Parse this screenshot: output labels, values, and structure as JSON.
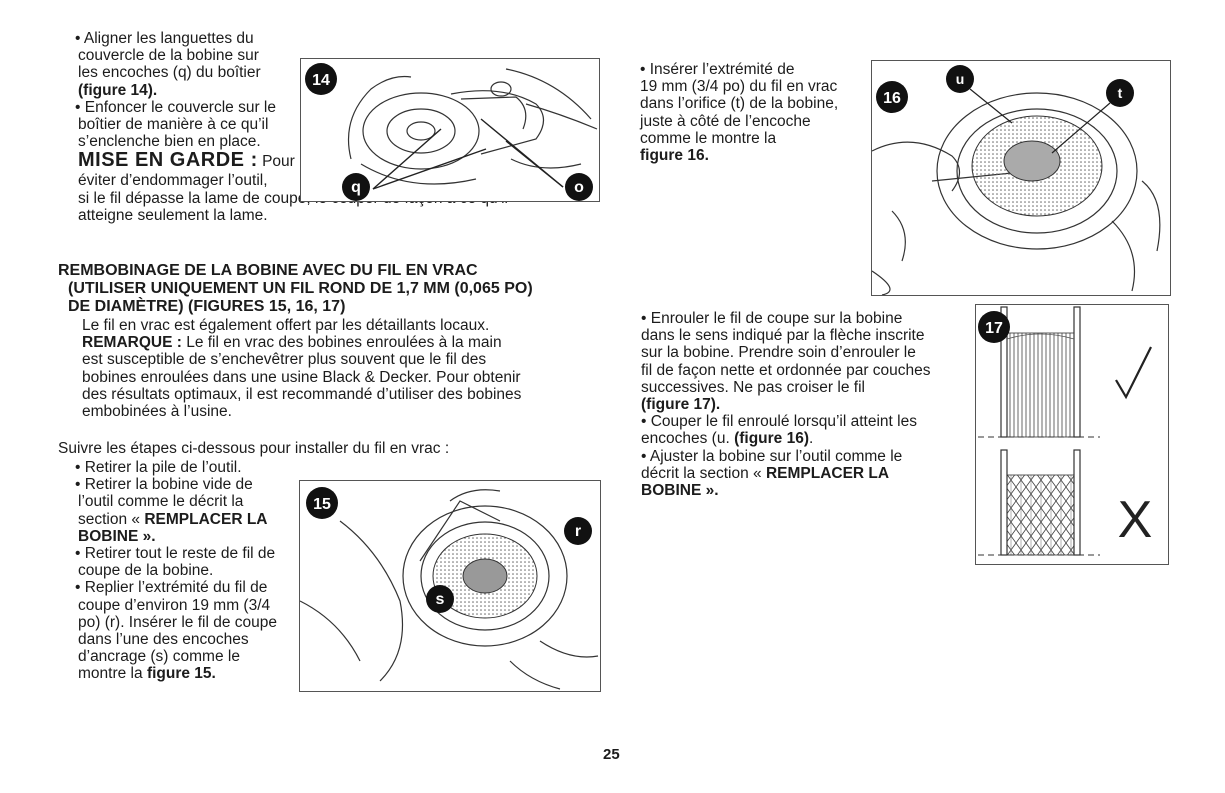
{
  "left": {
    "intro_lines": [
      "• Aligner les languettes du",
      "couvercle de la bobine sur",
      "les encoches (q) du boîtier"
    ],
    "intro_fig_ref": "(figure 14).",
    "press_lines": [
      "• Enfoncer le couvercle sur le",
      "boîtier de manière à ce qu’il",
      "s’enclenche bien en place."
    ],
    "warning_title": "MISE EN GARDE :",
    "warning_first": "Pour",
    "warning_lines": [
      "éviter d’endommager l’outil,",
      "si le fil dépasse la lame de coupe, le couper de façon à ce qu’il",
      "atteigne seulement la lame."
    ],
    "heading_lines": [
      "REMBOBINAGE DE LA BOBINE AVEC DU FIL EN VRAC",
      "(UTILISER UNIQUEMENT UN FIL ROND DE 1,7 MM (0,065 PO)",
      "DE DIAMÈTRE) (FIGURES 15, 16, 17)"
    ],
    "bulk_line": "Le fil en vrac est également offert par les détaillants locaux.",
    "note_label": "REMARQUE :",
    "note_first": "Le fil en vrac des bobines enroulées à la main",
    "note_lines": [
      "est susceptible de s’enchevêtrer plus souvent que le fil des",
      "bobines enroulées dans une usine Black & Decker. Pour obtenir",
      "des résultats optimaux, il est recommandé d’utiliser des bobines",
      "embobinées à l’usine."
    ],
    "steps_intro": "Suivre les étapes ci-dessous pour installer du fil en vrac :",
    "step_lines": [
      "• Retirer la pile de l’outil.",
      "• Retirer la bobine vide de",
      "l’outil comme le décrit la"
    ],
    "section_prefix": "section «",
    "section_name_1": "REMPLACER LA",
    "section_name_2": "BOBINE",
    "section_suffix": "».",
    "remove_lines": [
      "• Retirer tout le reste de fil de",
      "coupe de la bobine.",
      "• Replier l’extrémité du fil de",
      "coupe d’environ 19 mm (3/4",
      "po) (r). Insérer le fil de coupe",
      "dans l’une des encoches",
      "d’ancrage (s) comme le"
    ],
    "last_prefix": "montre la",
    "last_fig": "figure 15."
  },
  "right": {
    "insert_lines": [
      "• Insérer l’extrémité de",
      "19 mm (3/4 po) du fil en vrac",
      "dans l’orifice (t) de la bobine,",
      "juste à côté de l’encoche",
      "comme le montre la"
    ],
    "insert_fig": "figure 16.",
    "wind_lines": [
      "• Enrouler le fil de coupe sur la bobine",
      "dans le sens indiqué par la flèche inscrite",
      "sur la bobine. Prendre soin d’enrouler le",
      "fil de façon nette et ordonnée par couches",
      "successives. Ne pas croiser le fil"
    ],
    "wind_fig": "(figure 17).",
    "cut_line": "• Couper le fil enroulé lorsqu’il atteint les",
    "cut_prefix": "encoches (u.",
    "cut_fig": "(figure 16)",
    "cut_suffix": ".",
    "adjust_lines": [
      "• Ajuster la bobine sur l’outil comme le"
    ],
    "adjust_prefix": "décrit la section «",
    "adjust_name_1": "REMPLACER LA",
    "adjust_name_2": "BOBINE",
    "adjust_suffix": "»."
  },
  "figures": {
    "fig14": "14",
    "fig15": "15",
    "fig16": "16",
    "fig17": "17",
    "callout_q": "q",
    "callout_o": "o",
    "callout_r": "r",
    "callout_s": "s",
    "callout_u": "u",
    "callout_t": "t",
    "check_mark": "✓",
    "cross_mark": "X"
  },
  "page_number": "25"
}
